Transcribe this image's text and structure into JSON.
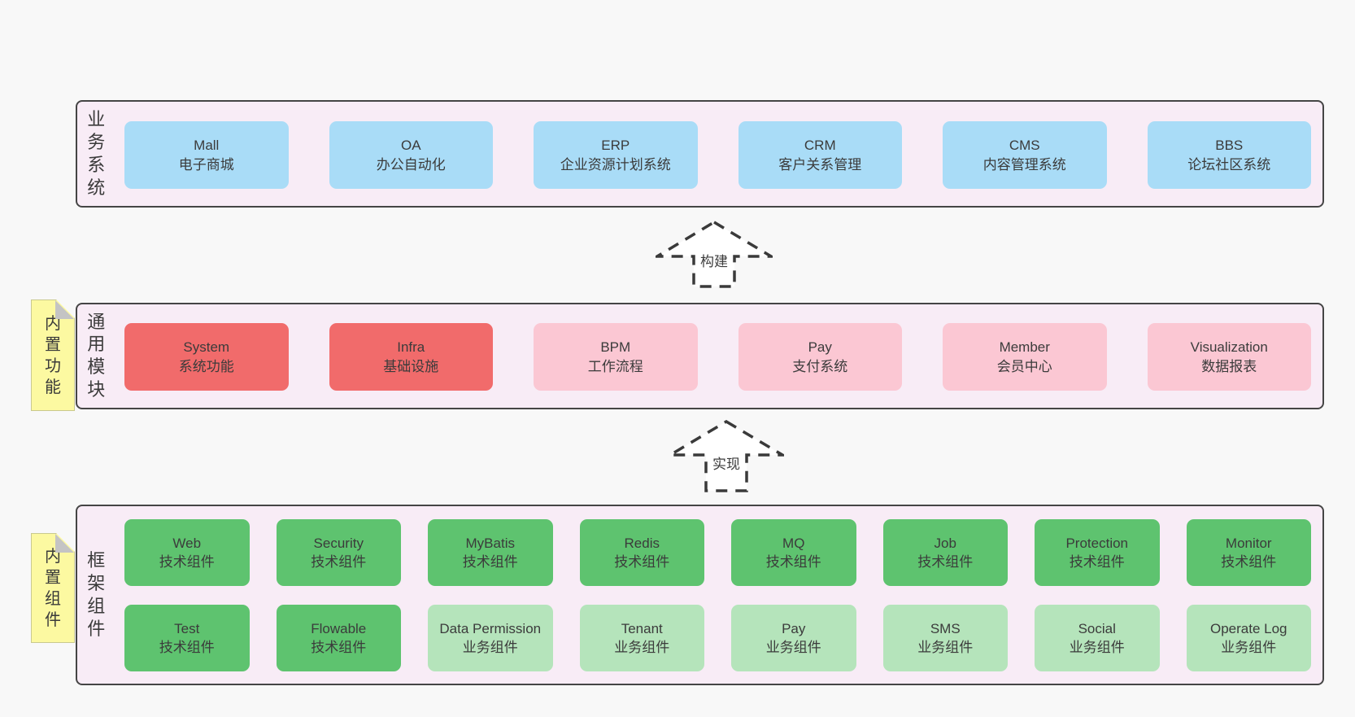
{
  "colors": {
    "page_bg": "#f8f8f8",
    "panel_bg": "#f8ecf6",
    "panel_border": "#454545",
    "blue": "#a9dcf7",
    "red": "#f16b6b",
    "pink": "#fbc7d3",
    "green": "#5ec36f",
    "green_light": "#b5e4bb",
    "sticky": "#fcf9a1",
    "sticky_fold": "#c4c4c4",
    "arrow_stroke": "#3a3a3a",
    "text": "#3b3b3b"
  },
  "arrows": [
    {
      "label": "构建"
    },
    {
      "label": "实现"
    }
  ],
  "panels": [
    {
      "id": "business",
      "label": "业务系统",
      "rows": [
        [
          {
            "en": "Mall",
            "zh": "电子商城",
            "variant": "blue"
          },
          {
            "en": "OA",
            "zh": "办公自动化",
            "variant": "blue"
          },
          {
            "en": "ERP",
            "zh": "企业资源计划系统",
            "variant": "blue"
          },
          {
            "en": "CRM",
            "zh": "客户关系管理",
            "variant": "blue"
          },
          {
            "en": "CMS",
            "zh": "内容管理系统",
            "variant": "blue"
          },
          {
            "en": "BBS",
            "zh": "论坛社区系统",
            "variant": "blue"
          }
        ]
      ]
    },
    {
      "id": "modules",
      "label": "通用模块",
      "sticky": "内置功能",
      "rows": [
        [
          {
            "en": "System",
            "zh": "系统功能",
            "variant": "red"
          },
          {
            "en": "Infra",
            "zh": "基础设施",
            "variant": "red"
          },
          {
            "en": "BPM",
            "zh": "工作流程",
            "variant": "pink"
          },
          {
            "en": "Pay",
            "zh": "支付系统",
            "variant": "pink"
          },
          {
            "en": "Member",
            "zh": "会员中心",
            "variant": "pink"
          },
          {
            "en": "Visualization",
            "zh": "数据报表",
            "variant": "pink"
          }
        ]
      ]
    },
    {
      "id": "framework",
      "label": "框架组件",
      "sticky": "内置组件",
      "rows": [
        [
          {
            "en": "Web",
            "zh": "技术组件",
            "variant": "green"
          },
          {
            "en": "Security",
            "zh": "技术组件",
            "variant": "green"
          },
          {
            "en": "MyBatis",
            "zh": "技术组件",
            "variant": "green"
          },
          {
            "en": "Redis",
            "zh": "技术组件",
            "variant": "green"
          },
          {
            "en": "MQ",
            "zh": "技术组件",
            "variant": "green"
          },
          {
            "en": "Job",
            "zh": "技术组件",
            "variant": "green"
          },
          {
            "en": "Protection",
            "zh": "技术组件",
            "variant": "green"
          },
          {
            "en": "Monitor",
            "zh": "技术组件",
            "variant": "green"
          }
        ],
        [
          {
            "en": "Test",
            "zh": "技术组件",
            "variant": "green"
          },
          {
            "en": "Flowable",
            "zh": "技术组件",
            "variant": "green"
          },
          {
            "en": "Data Permission",
            "zh": "业务组件",
            "variant": "green-light"
          },
          {
            "en": "Tenant",
            "zh": "业务组件",
            "variant": "green-light"
          },
          {
            "en": "Pay",
            "zh": "业务组件",
            "variant": "green-light"
          },
          {
            "en": "SMS",
            "zh": "业务组件",
            "variant": "green-light"
          },
          {
            "en": "Social",
            "zh": "业务组件",
            "variant": "green-light"
          },
          {
            "en": "Operate Log",
            "zh": "业务组件",
            "variant": "green-light"
          }
        ]
      ]
    }
  ]
}
